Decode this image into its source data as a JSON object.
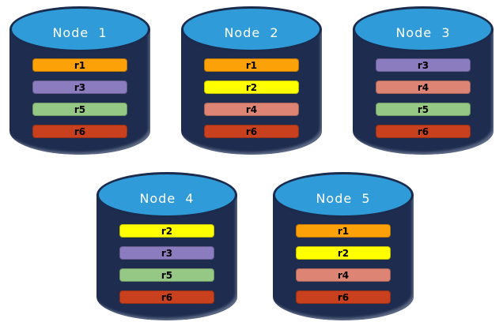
{
  "diagram": {
    "description": "Database nodes with replica distribution",
    "colors": {
      "cylinder_body": "#1E2C4F",
      "cylinder_top": "#2F9BD8",
      "cylinder_outline": "#1B2B4D",
      "title_text": "#FFFFFF",
      "bar_text": "#000000",
      "replicas": {
        "r1": "#FCA108",
        "r2": "#FFFF00",
        "r3": "#8B7CC0",
        "r4": "#DD8474",
        "r5": "#95C884",
        "r6": "#C8401E"
      }
    },
    "nodes": [
      {
        "label": "Node  1",
        "replicas": [
          "r1",
          "r3",
          "r5",
          "r6"
        ]
      },
      {
        "label": "Node  2",
        "replicas": [
          "r1",
          "r2",
          "r4",
          "r6"
        ]
      },
      {
        "label": "Node  3",
        "replicas": [
          "r3",
          "r4",
          "r5",
          "r6"
        ]
      },
      {
        "label": "Node  4",
        "replicas": [
          "r2",
          "r3",
          "r5",
          "r6"
        ]
      },
      {
        "label": "Node  5",
        "replicas": [
          "r1",
          "r2",
          "r4",
          "r6"
        ]
      }
    ]
  }
}
